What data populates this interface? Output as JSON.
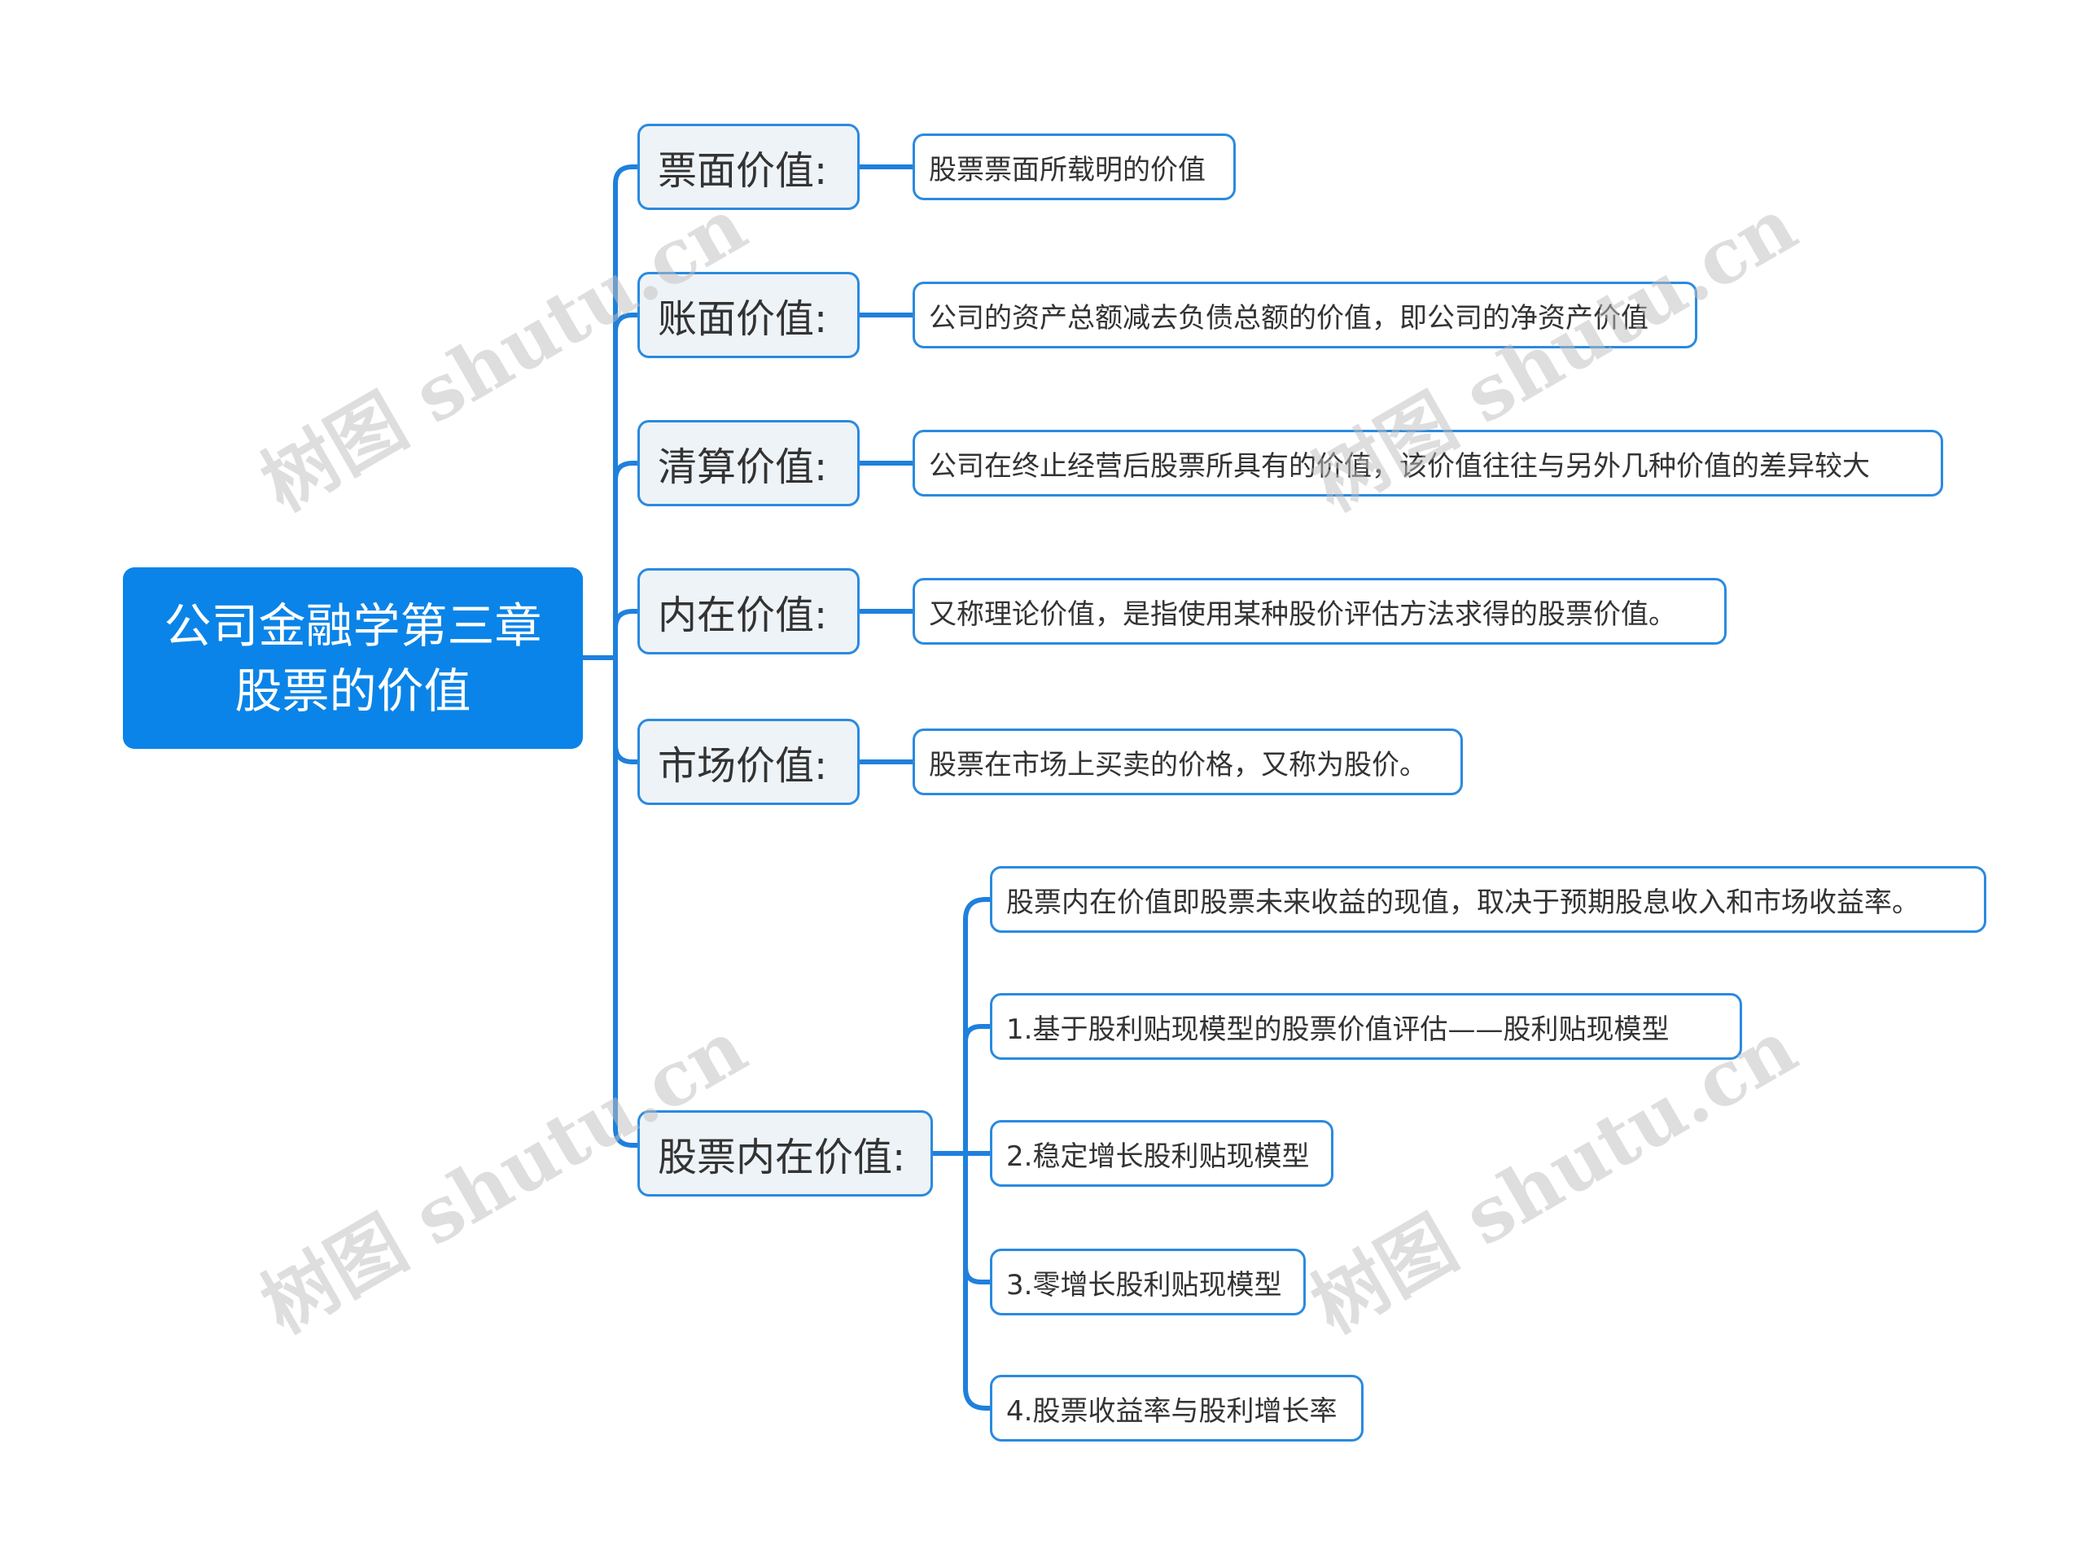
{
  "root": {
    "line1": "公司金融学第三章",
    "line2": "股票的价值"
  },
  "branches": [
    {
      "label": "票面价值:",
      "details": [
        "股票票面所载明的价值"
      ]
    },
    {
      "label": "账面价值:",
      "details": [
        "公司的资产总额减去负债总额的价值，即公司的净资产价值"
      ]
    },
    {
      "label": "清算价值:",
      "details": [
        "公司在终止经营后股票所具有的价值，该价值往往与另外几种价值的差异较大"
      ]
    },
    {
      "label": "内在价值:",
      "details": [
        "又称理论价值，是指使用某种股价评估方法求得的股票价值。"
      ]
    },
    {
      "label": "市场价值:",
      "details": [
        "股票在市场上买卖的价格，又称为股价。"
      ]
    },
    {
      "label": "股票内在价值:",
      "details": [
        "股票内在价值即股票未来收益的现值，取决于预期股息收入和市场收益率。",
        "1.基于股利贴现模型的股票价值评估——股利贴现模型",
        "2.稳定增长股利贴现模型",
        "3.零增长股利贴现模型",
        "4.股票收益率与股利增长率"
      ]
    }
  ],
  "watermark": "树图 shutu.cn",
  "colors": {
    "root_fill": "#0a84e8",
    "connector": "#1f80dc",
    "node_border": "#2a8ae0",
    "mid_fill": "#eef3f7",
    "text": "#333333"
  }
}
